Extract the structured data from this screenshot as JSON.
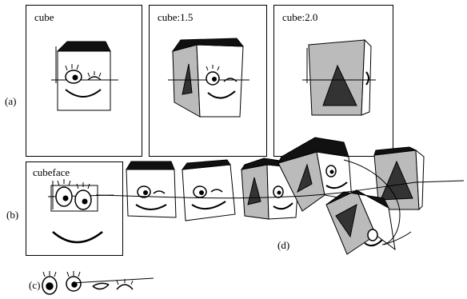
{
  "rows": {
    "a": {
      "label": "(a)"
    },
    "b": {
      "label": "(b)"
    },
    "c": {
      "label": "(c)"
    },
    "d": {
      "label": "(d)"
    }
  },
  "panels": [
    {
      "id": "cube",
      "title": "cube"
    },
    {
      "id": "cube15",
      "title": "cube:1.5"
    },
    {
      "id": "cube20",
      "title": "cube:2.0"
    },
    {
      "id": "cubeface",
      "title": "cubeface"
    }
  ],
  "colors": {
    "ink": "#000000",
    "side": "#bbbbbb",
    "top": "#111111",
    "triangle": "#333333"
  }
}
